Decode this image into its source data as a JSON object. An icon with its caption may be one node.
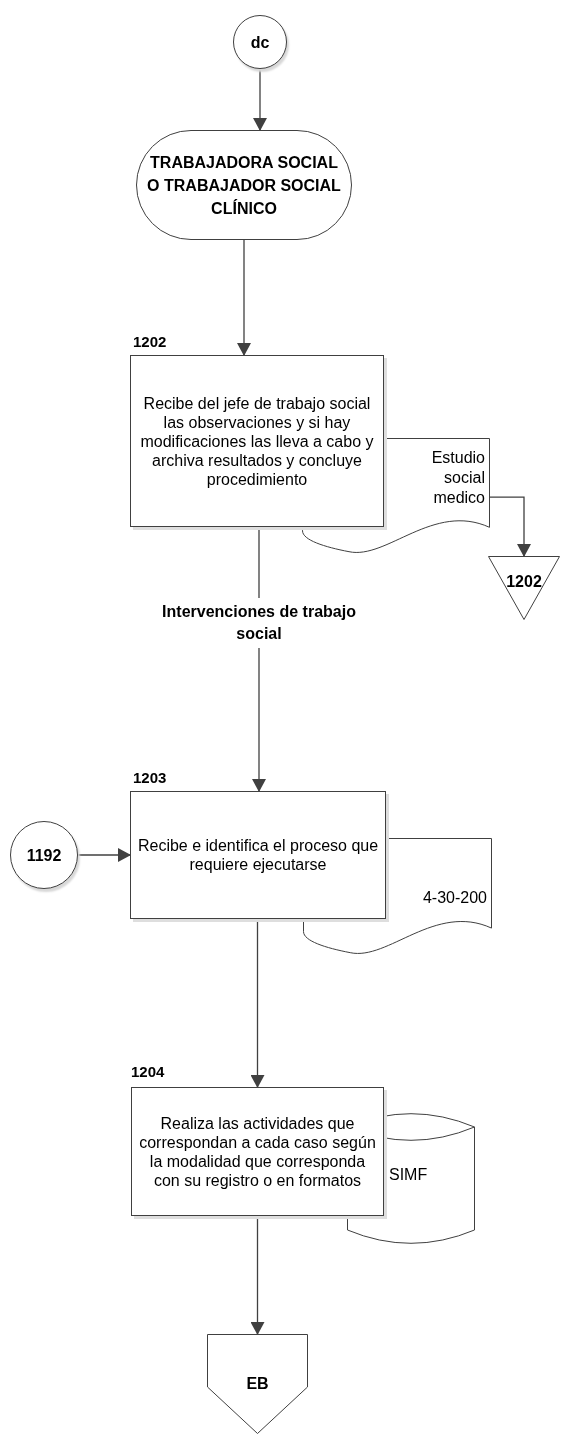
{
  "diagram": {
    "nodes": [
      {
        "text": [
          "dc"
        ]
      },
      {
        "text": [
          "TRABAJADORA SOCIAL O TRABAJADOR SOCIAL CLÍNICO"
        ]
      },
      {
        "text": [
          "Recibe del jefe de trabajo social las observaciones y si hay modificaciones las lleva a cabo y archiva resultados y concluye procedimiento"
        ],
        "beside": [
          "1202"
        ]
      },
      {
        "text": [
          "Estudio social medico"
        ]
      },
      {
        "text": [
          "1202"
        ]
      },
      {
        "text": [
          "Intervenciones de trabajo social"
        ]
      },
      {
        "text": [
          "Recibe e identifica el proceso que requiere ejecutarse"
        ],
        "beside": [
          "1203"
        ]
      },
      {
        "text": [
          "1192"
        ]
      },
      {
        "text": [
          "4-30-200"
        ]
      },
      {
        "text": [
          "Realiza las actividades que correspondan a cada caso según la modalidad que corresponda con su registro o en formatos"
        ],
        "beside": [
          "1204"
        ]
      },
      {
        "text": [
          "SIMF"
        ]
      },
      {
        "text": [
          "EB"
        ]
      }
    ],
    "edges": [
      {
        "from": 0,
        "to": 1,
        "arrow": "to"
      },
      {
        "from": 1,
        "to": 2,
        "arrow": "to"
      },
      {
        "from": 3,
        "to": 4,
        "arrow": "to"
      },
      {
        "from": 2,
        "to": 5,
        "arrow": "none"
      },
      {
        "from": 5,
        "to": 6,
        "arrow": "to"
      },
      {
        "from": 7,
        "to": 6,
        "arrow": "to"
      },
      {
        "from": 6,
        "to": 9,
        "arrow": "to"
      },
      {
        "from": 9,
        "to": 11,
        "arrow": "to"
      }
    ]
  }
}
